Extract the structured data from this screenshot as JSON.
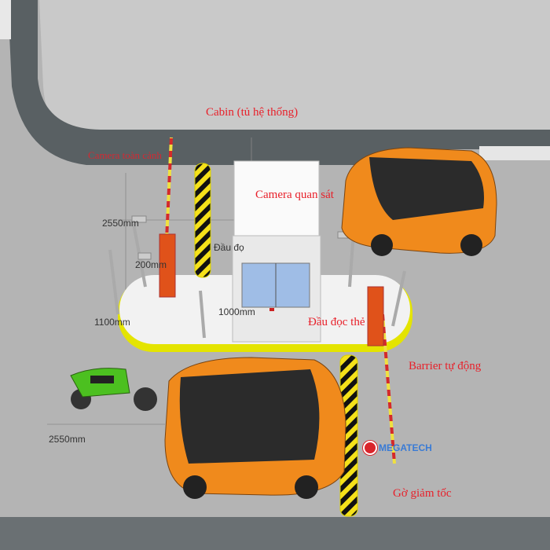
{
  "labels": {
    "cabin": "Cabin (tủ hệ thống)",
    "camera_overview": "Camera toàn cảnh",
    "camera_observe": "Camera quan sát",
    "card_reader": "Đầu đọc thẻ",
    "barrier": "Barrier tự động",
    "speed_bump": "Gờ giảm tốc",
    "card_reader_back": "Đầu đọ"
  },
  "dimensions": {
    "d1": "2550mm",
    "d2": "200mm",
    "d3": "1100mm",
    "d4": "1000mm",
    "d5": "2550mm"
  },
  "logo": {
    "text": "MEGATECH"
  },
  "colors": {
    "label": "#e8202a",
    "car": "#f08a1c",
    "ground": "#b4b4b4",
    "island": "#f2f2f2",
    "stripe": "#f5e11a"
  }
}
